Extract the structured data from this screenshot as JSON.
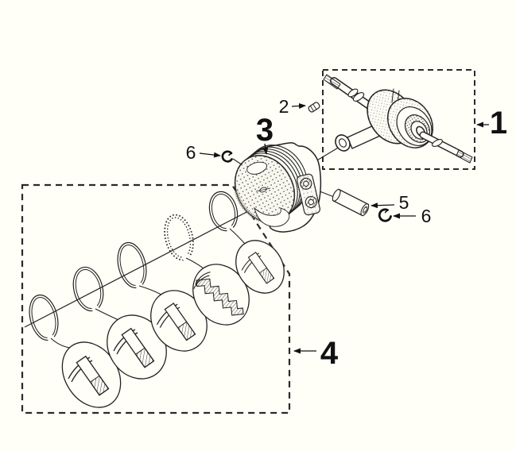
{
  "diagram": {
    "background": "#fffef7",
    "ink": "#1a1a1a",
    "callouts": [
      {
        "part": "crankshaft-assembly",
        "label": "1"
      },
      {
        "part": "woodruff-key",
        "label": "2"
      },
      {
        "part": "piston",
        "label": "3"
      },
      {
        "part": "piston-ring-set",
        "label": "4"
      },
      {
        "part": "piston-pin",
        "label": "5"
      },
      {
        "part": "circlip-left",
        "label": "6"
      },
      {
        "part": "circlip-right",
        "label": "6"
      }
    ]
  }
}
